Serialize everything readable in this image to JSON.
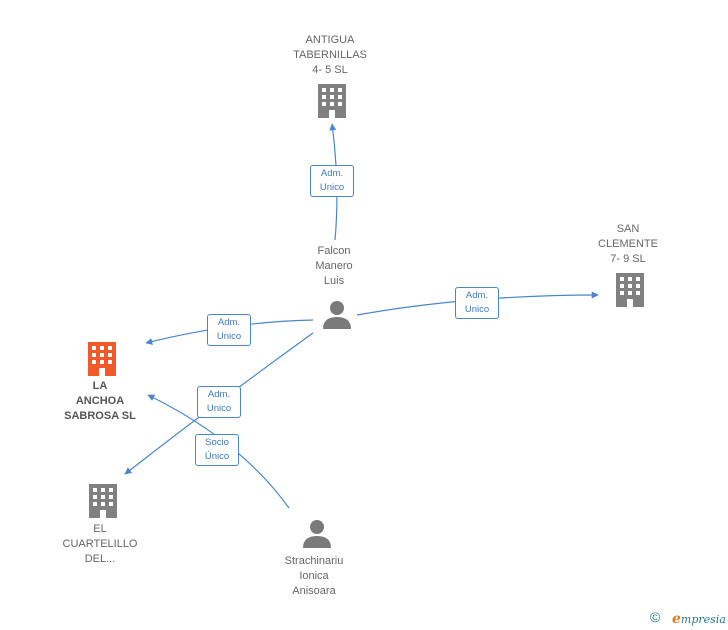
{
  "colors": {
    "edge": "#4a86c8",
    "company_icon": "#808080",
    "main_company_icon": "#ef5a28",
    "person_icon": "#7a7a7a"
  },
  "nodes": {
    "antigua": {
      "line1": "ANTIGUA",
      "line2": "TABERNILLAS",
      "line3": "4- 5 SL",
      "icon": "building-icon"
    },
    "san_clemente": {
      "line1": "SAN",
      "line2": "CLEMENTE",
      "line3": "7- 9 SL",
      "icon": "building-icon"
    },
    "la_anchoa": {
      "line1": "LA",
      "line2": "ANCHOA",
      "line3": "SABROSA  SL",
      "icon": "building-icon"
    },
    "el_cuartelillo": {
      "line1": "EL",
      "line2": "CUARTELILLO",
      "line3": "DEL...",
      "icon": "building-icon"
    },
    "falcon": {
      "line1": "Falcon",
      "line2": "Manero",
      "line3": "Luis",
      "icon": "person-icon"
    },
    "strachinariu": {
      "line1": "Strachinariu",
      "line2": "Ionica",
      "line3": "Anisoara",
      "icon": "person-icon"
    }
  },
  "edges": {
    "e1": {
      "line1": "Adm.",
      "line2": "Unico"
    },
    "e2": {
      "line1": "Adm.",
      "line2": "Unico"
    },
    "e3": {
      "line1": "Adm.",
      "line2": "Unico"
    },
    "e4": {
      "line1": "Adm.",
      "line2": "Unico"
    },
    "e5": {
      "line1": "Socio",
      "line2": "Único"
    }
  },
  "footer": {
    "copyright": "©",
    "brand_initial": "e",
    "brand_rest": "mpresia"
  }
}
